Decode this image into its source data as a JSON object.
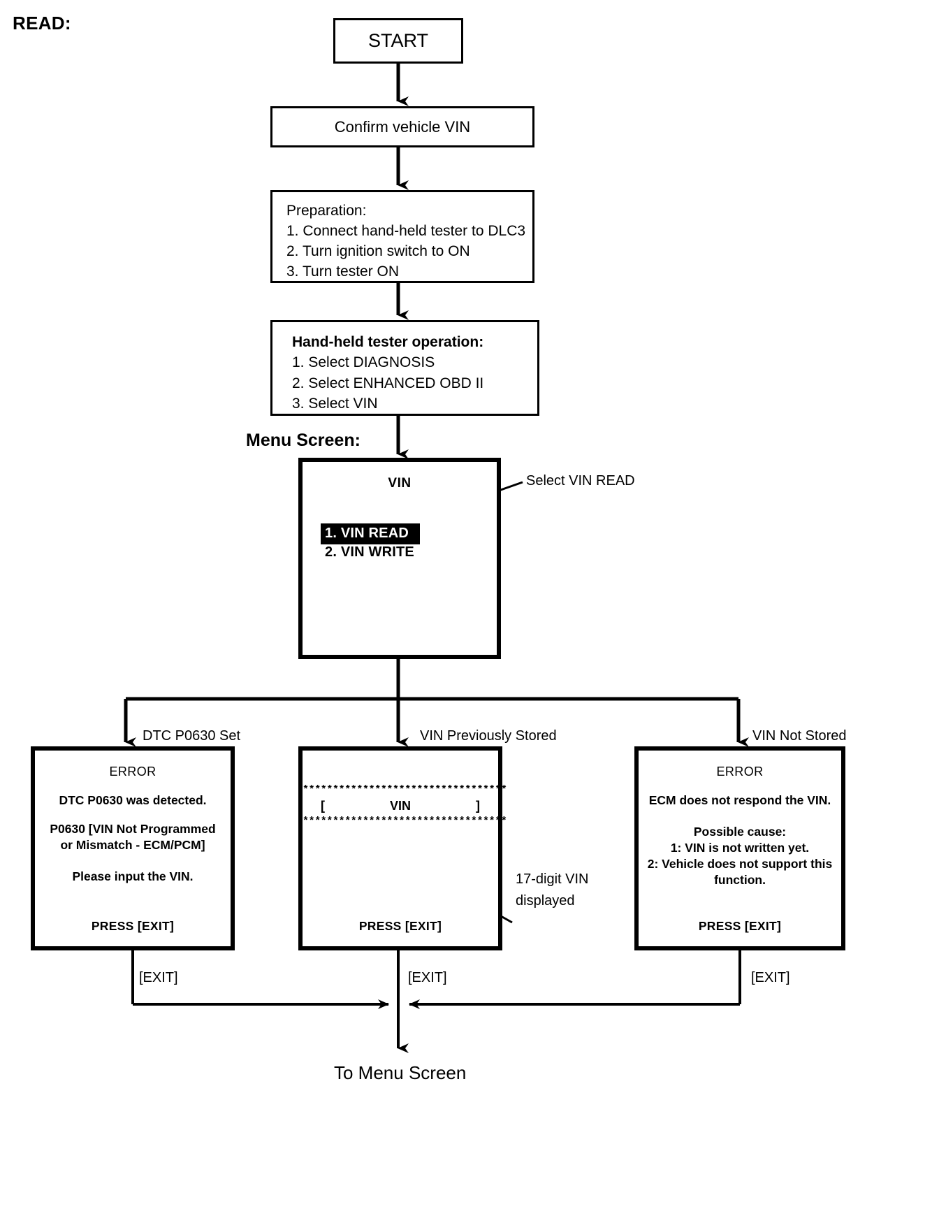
{
  "page": {
    "heading": "READ:",
    "menu_screen_label": "Menu Screen:",
    "footer_label": "To Menu Screen"
  },
  "nodes": {
    "start": "START",
    "confirm_vin": "Confirm vehicle VIN",
    "preparation": {
      "title": "Preparation:",
      "steps": [
        "1. Connect hand-held tester to DLC3",
        "2. Turn ignition switch to ON",
        "3. Turn tester ON"
      ]
    },
    "tester_operation": {
      "title": "Hand-held tester operation:",
      "steps": [
        "1. Select DIAGNOSIS",
        "2. Select ENHANCED OBD II",
        "3. Select VIN"
      ]
    },
    "menu_screen": {
      "title": "VIN",
      "items": [
        {
          "label": "1. VIN READ",
          "selected": true
        },
        {
          "label": "2. VIN WRITE",
          "selected": false
        }
      ],
      "callout": "Select VIN READ"
    }
  },
  "branches": [
    {
      "label": "DTC P0630 Set"
    },
    {
      "label": "VIN Previously Stored"
    },
    {
      "label": "VIN Not Stored"
    }
  ],
  "results": {
    "left": {
      "title": "ERROR",
      "lines": [
        "DTC P0630 was detected.",
        "P0630  [VIN Not Programmed",
        "or Mismatch - ECM/PCM]",
        "Please input the VIN."
      ],
      "press": "PRESS [EXIT]"
    },
    "middle": {
      "stars_top": "**********************************",
      "bracket_open": "[",
      "vin_label": "VIN",
      "bracket_close": "]",
      "stars_bottom": "**********************************",
      "press": "PRESS [EXIT]",
      "callout": "17-digit VIN displayed"
    },
    "right": {
      "title": "ERROR",
      "lines": [
        "ECM does not respond the VIN.",
        "Possible cause:",
        "1: VIN is not written yet.",
        "2: Vehicle does not support this",
        "function."
      ],
      "press": "PRESS [EXIT]"
    }
  },
  "exit_labels": [
    "[EXIT]",
    "[EXIT]",
    "[EXIT]"
  ],
  "colors": {
    "line": "#000000",
    "background": "#ffffff",
    "highlight_bg": "#000000",
    "highlight_fg": "#ffffff"
  }
}
